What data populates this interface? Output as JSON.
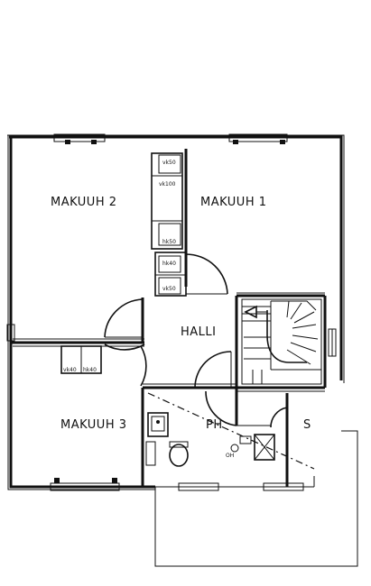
{
  "rooms": {
    "makuuh2": "MAKUUH 2",
    "makuuh1": "MAKUUH 1",
    "halli": "HALLI",
    "makuuh3": "MAKUUH 3",
    "ph": "PH",
    "s": "S"
  },
  "closets": {
    "c1": "vk50",
    "c2": "vk100",
    "c3": "hk50",
    "c4": "hk40",
    "c5": "vk50",
    "c6": "vk40",
    "c7": "hk40"
  },
  "fixtures": {
    "wc": "OH"
  }
}
